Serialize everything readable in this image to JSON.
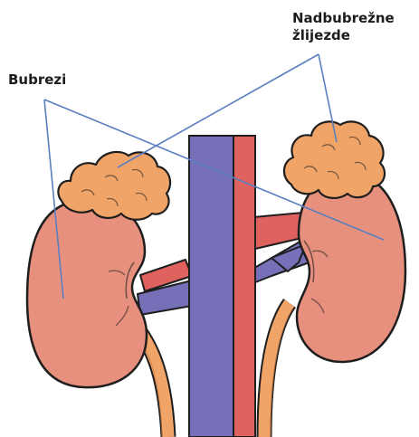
{
  "labels": {
    "kidneys": "Bubrezi",
    "adrenal_line1": "Nadbubrežne",
    "adrenal_line2": "žlijezde"
  },
  "colors": {
    "kidney_fill": "#e8907e",
    "kidney_outline": "#1e1e1e",
    "adrenal_fill": "#f0a468",
    "vein": "#7670b8",
    "artery": "#e0625e",
    "ureter": "#f0a468",
    "pointer_line": "#5a7fc0"
  }
}
